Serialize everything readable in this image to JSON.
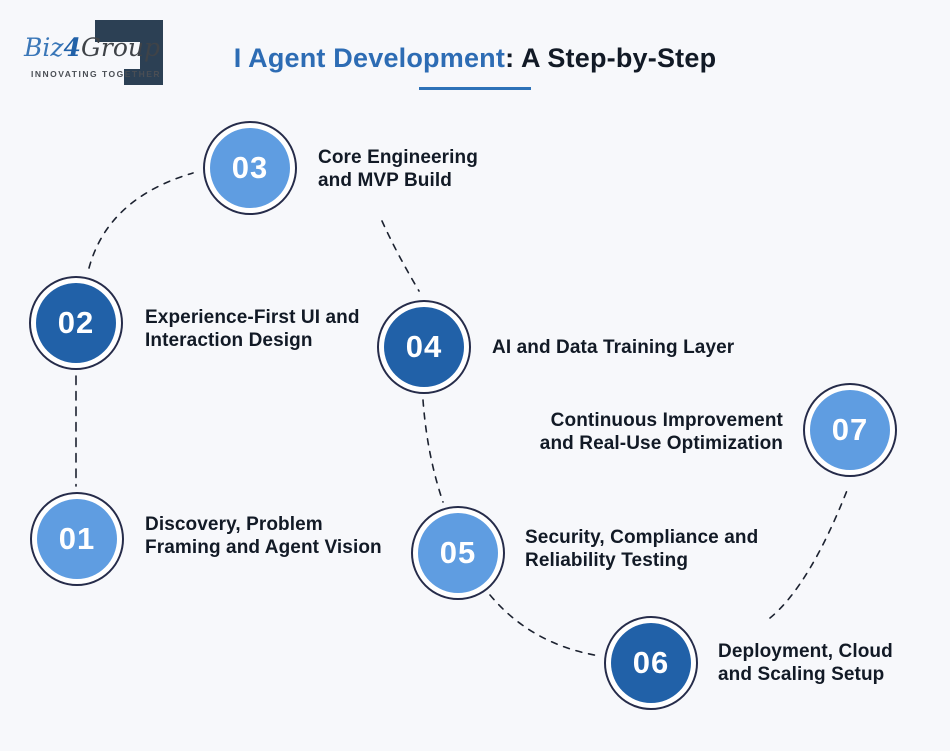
{
  "logo": {
    "brand_biz": "Biz",
    "brand_4": "4",
    "brand_group": "Group",
    "tagline": "INNOVATING TOGETHER"
  },
  "header": {
    "title_highlight": "I Agent Development",
    "title_rest": ": A Step-by-Step"
  },
  "steps": [
    {
      "number": "01",
      "variant": "light",
      "line1": "Discovery, Problem",
      "line2": "Framing and Agent Vision"
    },
    {
      "number": "02",
      "variant": "dark",
      "line1": "Experience-First UI and",
      "line2": "Interaction Design"
    },
    {
      "number": "03",
      "variant": "light",
      "line1": "Core Engineering",
      "line2": "and MVP Build"
    },
    {
      "number": "04",
      "variant": "dark",
      "line1": "AI and Data Training Layer",
      "line2": ""
    },
    {
      "number": "05",
      "variant": "light",
      "line1": "Security, Compliance and",
      "line2": "Reliability Testing"
    },
    {
      "number": "06",
      "variant": "dark",
      "line1": "Deployment, Cloud",
      "line2": "and Scaling Setup"
    },
    {
      "number": "07",
      "variant": "light",
      "line1": "Continuous Improvement",
      "line2": "and Real-Use Optimization"
    }
  ],
  "colors": {
    "bg": "#f7f8fb",
    "light_blue": "#5f9de1",
    "dark_blue": "#2161a8",
    "ring_navy": "#262c4a",
    "title_blue": "#2d6cb4",
    "underline_blue": "#2e72b8",
    "text_dark": "#121a26",
    "connector": "#1c2230",
    "logo_navy": "#2c4054",
    "logo_biz_blue": "#3a77b8",
    "logo_group_gray": "#3f4348"
  }
}
